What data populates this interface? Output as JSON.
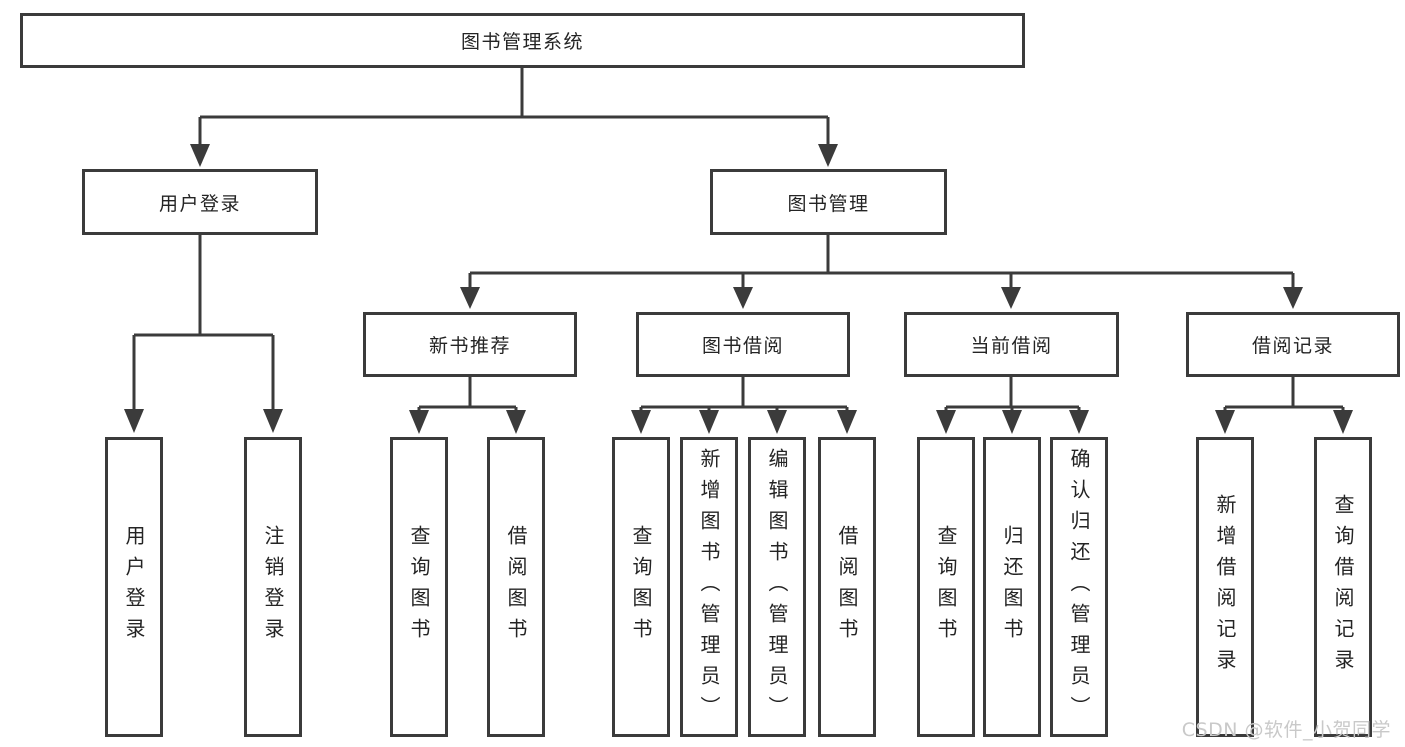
{
  "diagram": {
    "root": {
      "label": "图书管理系统",
      "children": [
        {
          "label": "用户登录",
          "children": [
            {
              "label": "用户登录"
            },
            {
              "label": "注销登录"
            }
          ]
        },
        {
          "label": "图书管理",
          "children": [
            {
              "label": "新书推荐",
              "children": [
                {
                  "label": "查询图书"
                },
                {
                  "label": "借阅图书"
                }
              ]
            },
            {
              "label": "图书借阅",
              "children": [
                {
                  "label": "查询图书"
                },
                {
                  "label": "新增图书（管理员）"
                },
                {
                  "label": "编辑图书（管理员）"
                },
                {
                  "label": "借阅图书"
                }
              ]
            },
            {
              "label": "当前借阅",
              "children": [
                {
                  "label": "查询图书"
                },
                {
                  "label": "归还图书"
                },
                {
                  "label": "确认归还（管理员）"
                }
              ]
            },
            {
              "label": "借阅记录",
              "children": [
                {
                  "label": "新增借阅记录"
                },
                {
                  "label": "查询借阅记录"
                }
              ]
            }
          ]
        }
      ]
    }
  },
  "watermark": {
    "text": "CSDN @软件_小贺同学"
  },
  "colors": {
    "line": "#3b3b3b",
    "text": "#242424",
    "watermark": "#c9c9c9",
    "background": "#ffffff"
  }
}
